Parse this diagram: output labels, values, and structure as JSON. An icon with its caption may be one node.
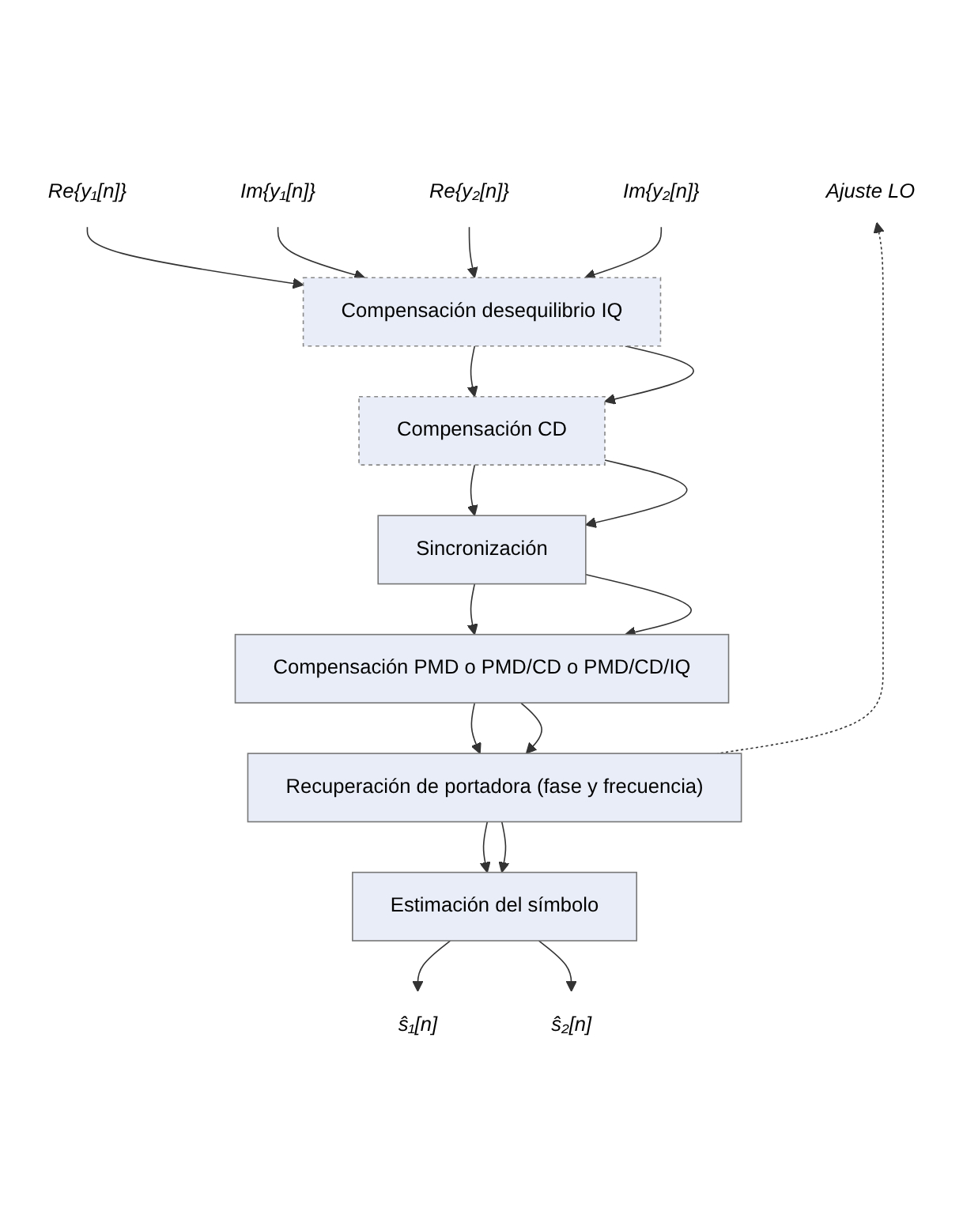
{
  "diagram": {
    "nodes": [
      {
        "text": [
          "Re{y₁[n]}"
        ]
      },
      {
        "text": [
          "Im{y₁[n]}"
        ]
      },
      {
        "text": [
          "Re{y₂[n]}"
        ]
      },
      {
        "text": [
          "Im{y₂[n]}"
        ]
      },
      {
        "text": [
          "Ajuste LO"
        ]
      },
      {
        "text": [
          "Compensación desequilibrio IQ"
        ]
      },
      {
        "text": [
          "Compensación CD"
        ]
      },
      {
        "text": [
          "Sincronización"
        ]
      },
      {
        "text": [
          "Compensación PMD o PMD/CD o PMD/CD/IQ"
        ]
      },
      {
        "text": [
          "Recuperación de portadora (fase y frecuencia)"
        ]
      },
      {
        "text": [
          "Estimación del símbolo"
        ]
      },
      {
        "text": [
          "ŝ₁[n]"
        ]
      },
      {
        "text": [
          "ŝ₂[n]"
        ]
      }
    ],
    "edges": [
      {
        "from": 0,
        "to": 5,
        "arrow": "to"
      },
      {
        "from": 1,
        "to": 5,
        "arrow": "to"
      },
      {
        "from": 2,
        "to": 5,
        "arrow": "to"
      },
      {
        "from": 3,
        "to": 5,
        "arrow": "to"
      },
      {
        "from": 5,
        "to": 6,
        "arrow": "to"
      },
      {
        "from": 5,
        "to": 6,
        "arrow": "to"
      },
      {
        "from": 6,
        "to": 7,
        "arrow": "to"
      },
      {
        "from": 6,
        "to": 7,
        "arrow": "to"
      },
      {
        "from": 7,
        "to": 8,
        "arrow": "to"
      },
      {
        "from": 7,
        "to": 8,
        "arrow": "to"
      },
      {
        "from": 8,
        "to": 9,
        "arrow": "to"
      },
      {
        "from": 8,
        "to": 9,
        "arrow": "to"
      },
      {
        "from": 9,
        "to": 4,
        "arrow": "to",
        "style": "dashed"
      },
      {
        "from": 9,
        "to": 10,
        "arrow": "to"
      },
      {
        "from": 9,
        "to": 10,
        "arrow": "to"
      },
      {
        "from": 10,
        "to": 11,
        "arrow": "to"
      },
      {
        "from": 10,
        "to": 12,
        "arrow": "to"
      }
    ]
  }
}
